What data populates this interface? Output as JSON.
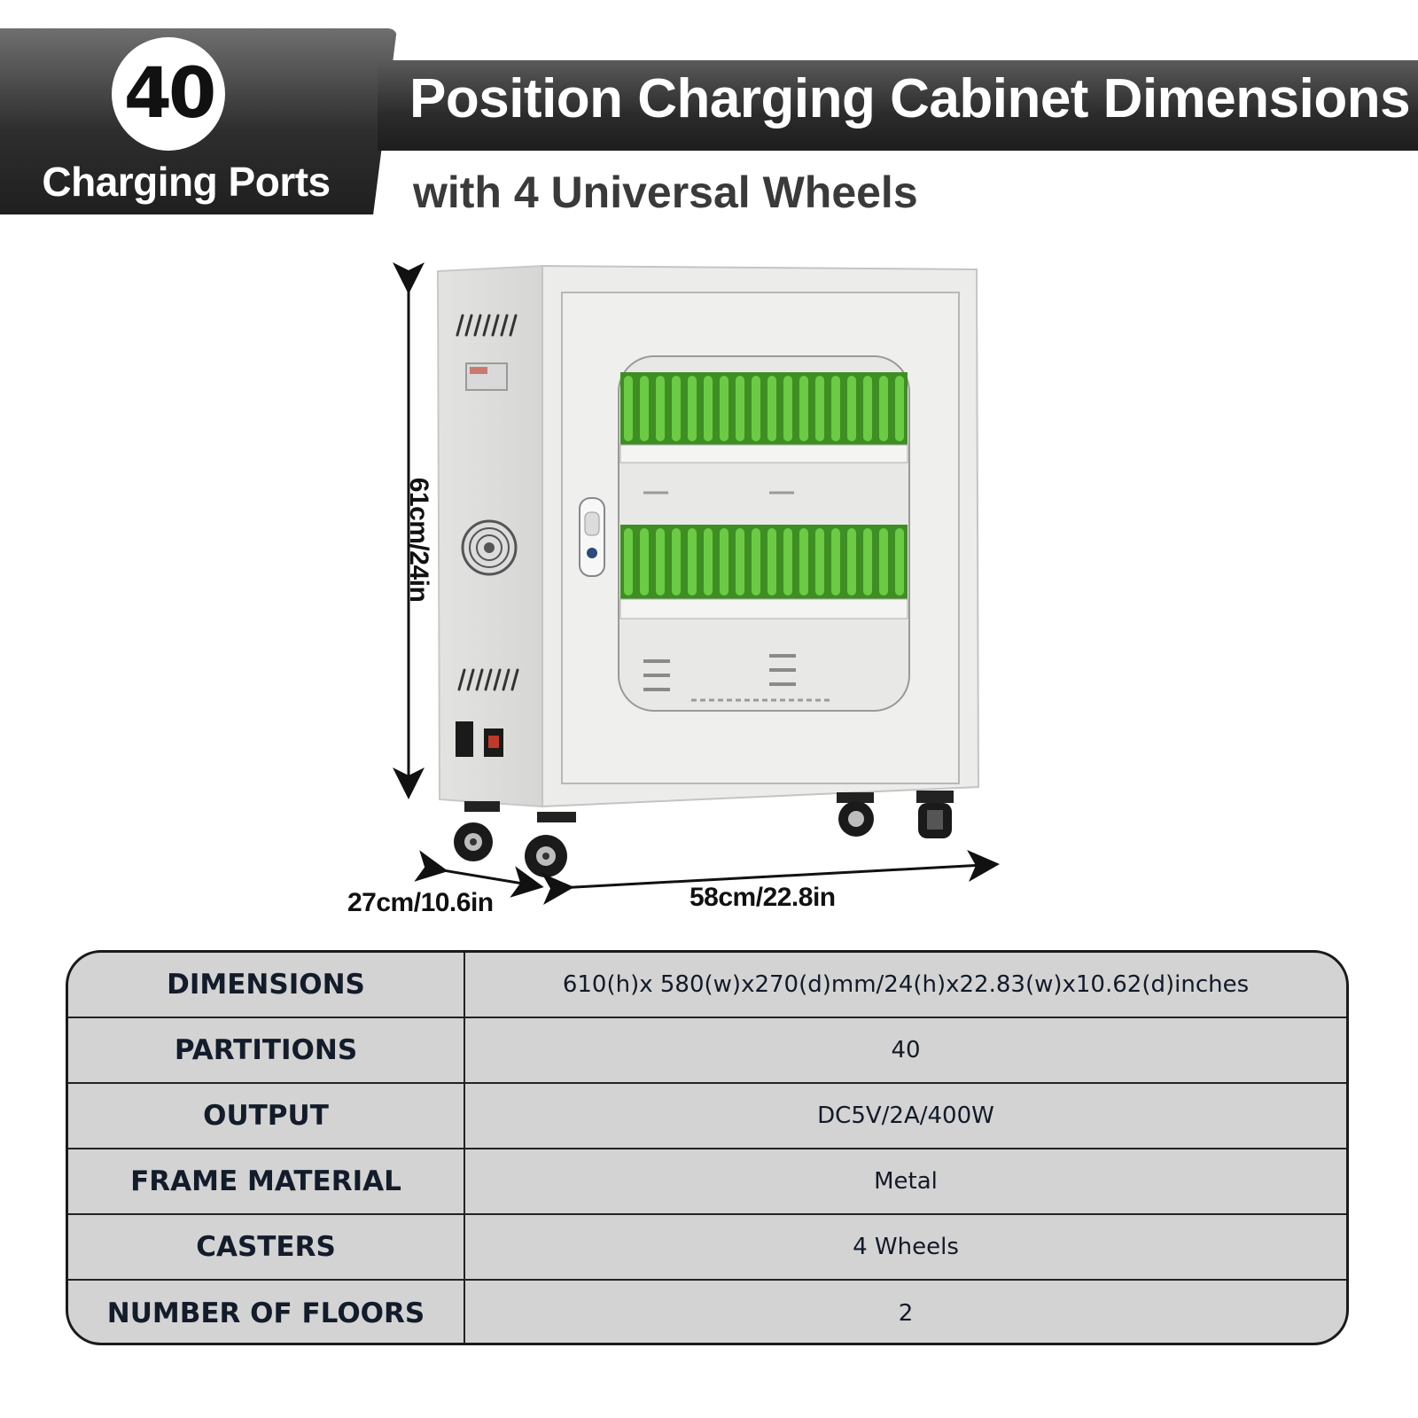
{
  "badge": {
    "number": "40",
    "caption": "Charging Ports"
  },
  "header": {
    "title": "Position Charging Cabinet Dimensions",
    "subtitle": "with 4 Universal Wheels"
  },
  "dimensions": {
    "height": "61cm/24in",
    "depth": "27cm/10.6in",
    "width": "58cm/22.8in"
  },
  "specs": [
    {
      "key": "DIMENSIONS",
      "value": "610(h)x 580(w)x270(d)mm/24(h)x22.83(w)x10.62(d)inches"
    },
    {
      "key": "PARTITIONS",
      "value": "40"
    },
    {
      "key": "OUTPUT",
      "value": "DC5V/2A/400W"
    },
    {
      "key": "FRAME MATERIAL",
      "value": "Metal"
    },
    {
      "key": "CASTERS",
      "value": "4 Wheels"
    },
    {
      "key": "NUMBER OF FLOORS",
      "value": "2"
    }
  ],
  "colors": {
    "slot_green": "#4cae2e",
    "cabinet": "#e9e9e7",
    "table_bg": "#d3d3d3",
    "header_dark": "#2b2b2b"
  }
}
